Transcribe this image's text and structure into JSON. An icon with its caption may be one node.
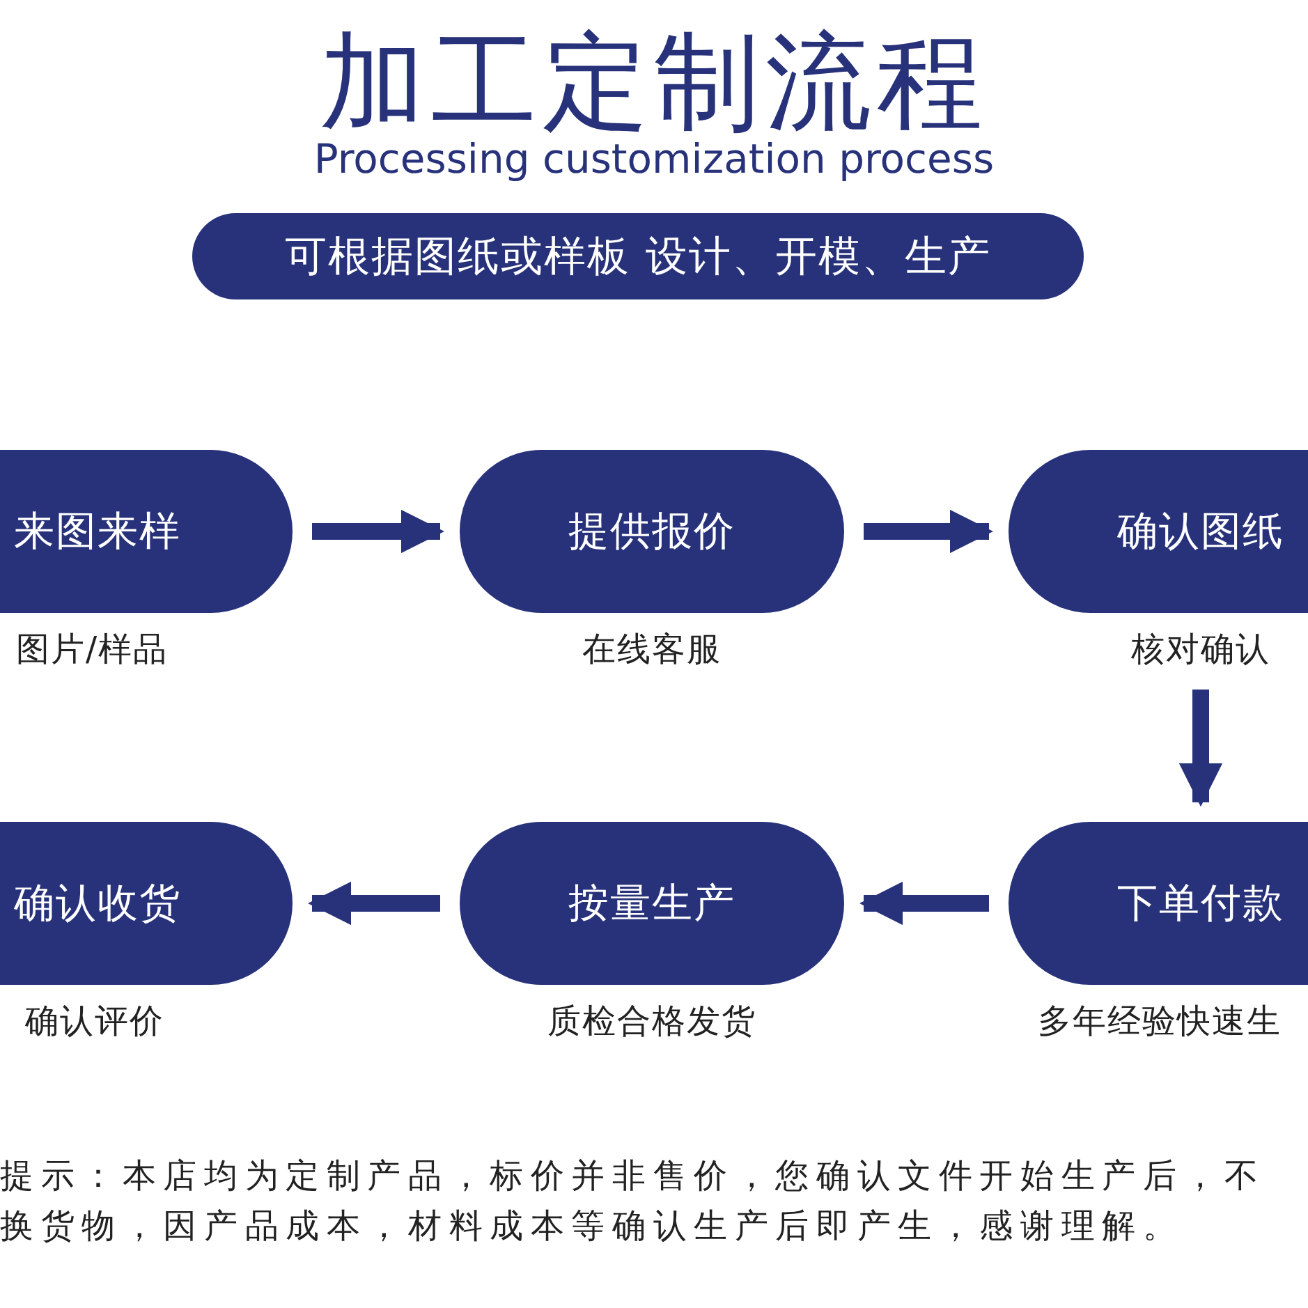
{
  "diagram": {
    "title": "加工定制流程",
    "nodes": [
      {
        "text": [
          "可根据图纸或样板 设计、开模、生产"
        ]
      },
      {
        "text": [
          "来图来样"
        ],
        "beside": [
          "图片/样品"
        ]
      },
      {
        "text": [
          "提供报价"
        ],
        "beside": [
          "在线客服"
        ]
      },
      {
        "text": [
          "确认图纸"
        ],
        "beside": [
          "核对确认"
        ]
      },
      {
        "text": [
          "下单付款"
        ],
        "beside": [
          "多年经验快速生"
        ]
      },
      {
        "text": [
          "按量生产"
        ],
        "beside": [
          "质检合格发货"
        ]
      },
      {
        "text": [
          "确认收货"
        ],
        "beside": [
          "确认评价"
        ]
      }
    ],
    "edges": [
      {
        "from": 1,
        "to": 2,
        "arrow": "to"
      },
      {
        "from": 2,
        "to": 3,
        "arrow": "to"
      },
      {
        "from": 3,
        "to": 4,
        "arrow": "to"
      },
      {
        "from": 4,
        "to": 5,
        "arrow": "to"
      },
      {
        "from": 5,
        "to": 6,
        "arrow": "to"
      }
    ],
    "labels": [
      "Processing customization process",
      "提示：本店均为定制产品，标价并非售价，您确认文件开始生产后，不换货物，因产品成本，材料成本等确认生产后即产生，感谢理解。"
    ]
  }
}
